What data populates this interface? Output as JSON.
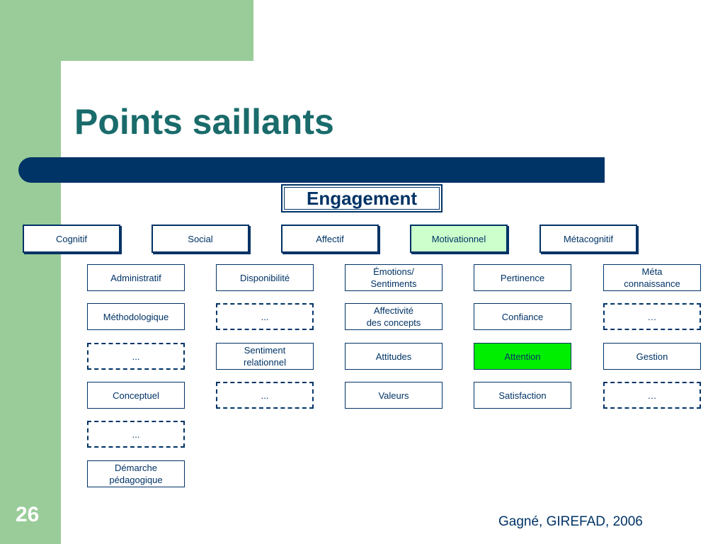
{
  "title": "Points saillants",
  "root": "Engagement",
  "slide_number": "26",
  "citation": "Gagné, GIREFAD, 2006",
  "colors": {
    "green": "#99cc99",
    "navy": "#003366",
    "teal_title": "#1a6b6b",
    "highlight": "#00ee00",
    "motiv_fill": "#ccffcc"
  },
  "columns": [
    {
      "category": "Cognitif",
      "items": [
        {
          "label": "Administratif",
          "style": "solid"
        },
        {
          "label": "Méthodologique",
          "style": "solid"
        },
        {
          "label": "...",
          "style": "dashed"
        },
        {
          "label": "Conceptuel",
          "style": "solid"
        },
        {
          "label": "...",
          "style": "dashed"
        },
        {
          "label": "Démarche\npédagogique",
          "style": "solid"
        }
      ]
    },
    {
      "category": "Social",
      "items": [
        {
          "label": "Disponibilité",
          "style": "solid"
        },
        {
          "label": "...",
          "style": "dashed"
        },
        {
          "label": "Sentiment\nrelationnel",
          "style": "solid"
        },
        {
          "label": "...",
          "style": "dashed"
        }
      ]
    },
    {
      "category": "Affectif",
      "items": [
        {
          "label": "Émotions/\nSentiments",
          "style": "solid"
        },
        {
          "label": "Affectivité\ndes concepts",
          "style": "solid"
        },
        {
          "label": "Attitudes",
          "style": "solid"
        },
        {
          "label": "Valeurs",
          "style": "solid"
        }
      ]
    },
    {
      "category": "Motivationnel",
      "items": [
        {
          "label": "Pertinence",
          "style": "solid"
        },
        {
          "label": "Confiance",
          "style": "solid"
        },
        {
          "label": "Attention",
          "style": "highlight"
        },
        {
          "label": "Satisfaction",
          "style": "solid"
        }
      ]
    },
    {
      "category": "Métacognitif",
      "items": [
        {
          "label": "Méta\nconnaissance",
          "style": "solid"
        },
        {
          "label": "…",
          "style": "dashed"
        },
        {
          "label": "Gestion",
          "style": "solid"
        },
        {
          "label": "…",
          "style": "dashed"
        }
      ]
    }
  ]
}
